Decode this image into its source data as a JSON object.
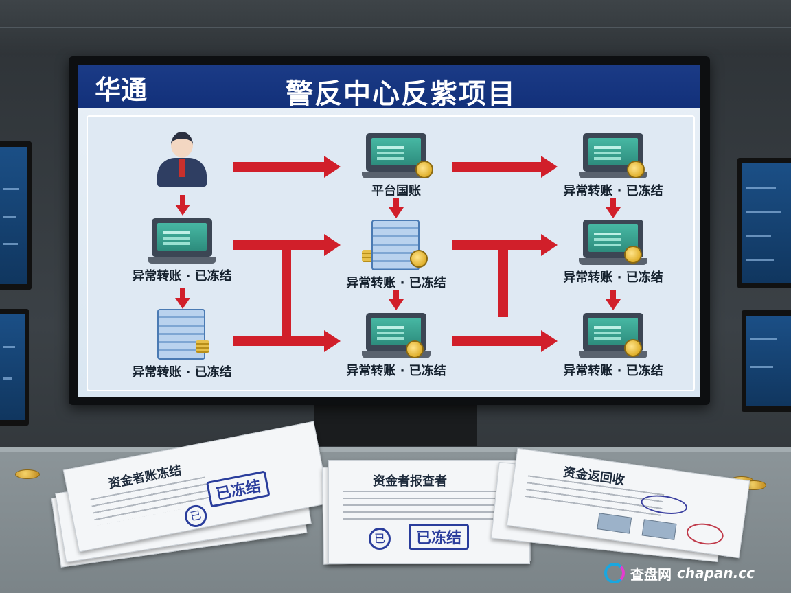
{
  "screen": {
    "brand": "华通",
    "title": "警反中心反紫项目"
  },
  "flow": {
    "nodes": [
      {
        "label": ""
      },
      {
        "label": "平台国账"
      },
      {
        "label": "异常转账 · 已冻结"
      },
      {
        "label": "异常转账 · 已冻结"
      },
      {
        "label": "异常转账 · 已冻结"
      },
      {
        "label": "异常转账 · 已冻结"
      },
      {
        "label": "异常转账 · 已冻结"
      },
      {
        "label": "异常转账 · 已冻结"
      },
      {
        "label": "异常转账 · 已冻结"
      }
    ]
  },
  "desk": {
    "doc_left": {
      "title": "资金者账冻结",
      "stamp": "已冻结",
      "seal": "已"
    },
    "doc_center": {
      "title": "资金者报查者",
      "stamp": "已冻结",
      "seal": "已"
    },
    "doc_right": {
      "title": "资金返回收"
    }
  },
  "watermark": {
    "brand": "查盘网",
    "domain": "chapan.cc"
  },
  "colors": {
    "header": "#12307a",
    "arrow": "#d11f2a",
    "stamp": "#2a3d9c"
  }
}
